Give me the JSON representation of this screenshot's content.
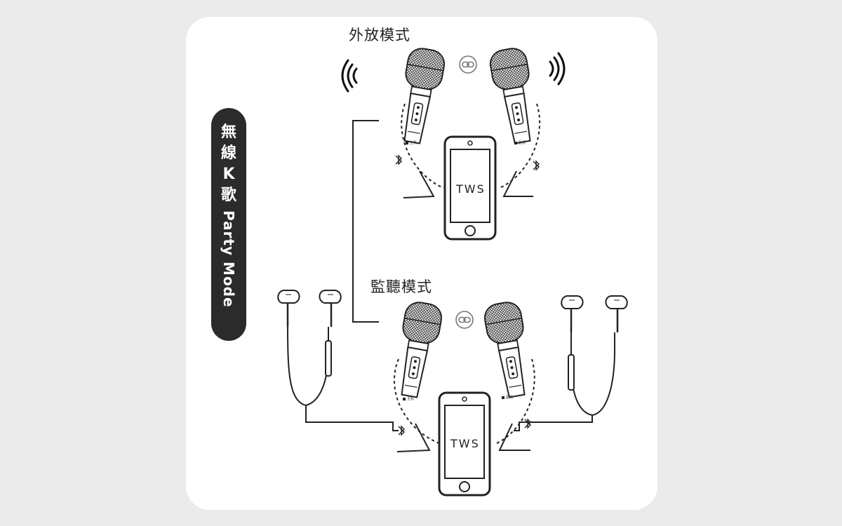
{
  "side_label": {
    "line1": "無",
    "line2": "線",
    "line3": "K",
    "line4": "歌",
    "line5": "Party Mode"
  },
  "top_section": {
    "title": "外放模式",
    "phone_label": "TWS",
    "left_mic_tag": "主机",
    "right_mic_tag": "副机"
  },
  "bottom_section": {
    "title": "監聽模式",
    "phone_label": "TWS",
    "left_mic_tag": "主机",
    "right_mic_tag": "副机"
  },
  "icons": [
    "sound-wave-icon",
    "link-icon",
    "microphone-icon",
    "smartphone-icon",
    "bluetooth-icon",
    "earphone-icon"
  ],
  "colors": {
    "background": "#ebebeb",
    "card": "#ffffff",
    "pill": "#2b2b2b",
    "ink": "#222222"
  }
}
